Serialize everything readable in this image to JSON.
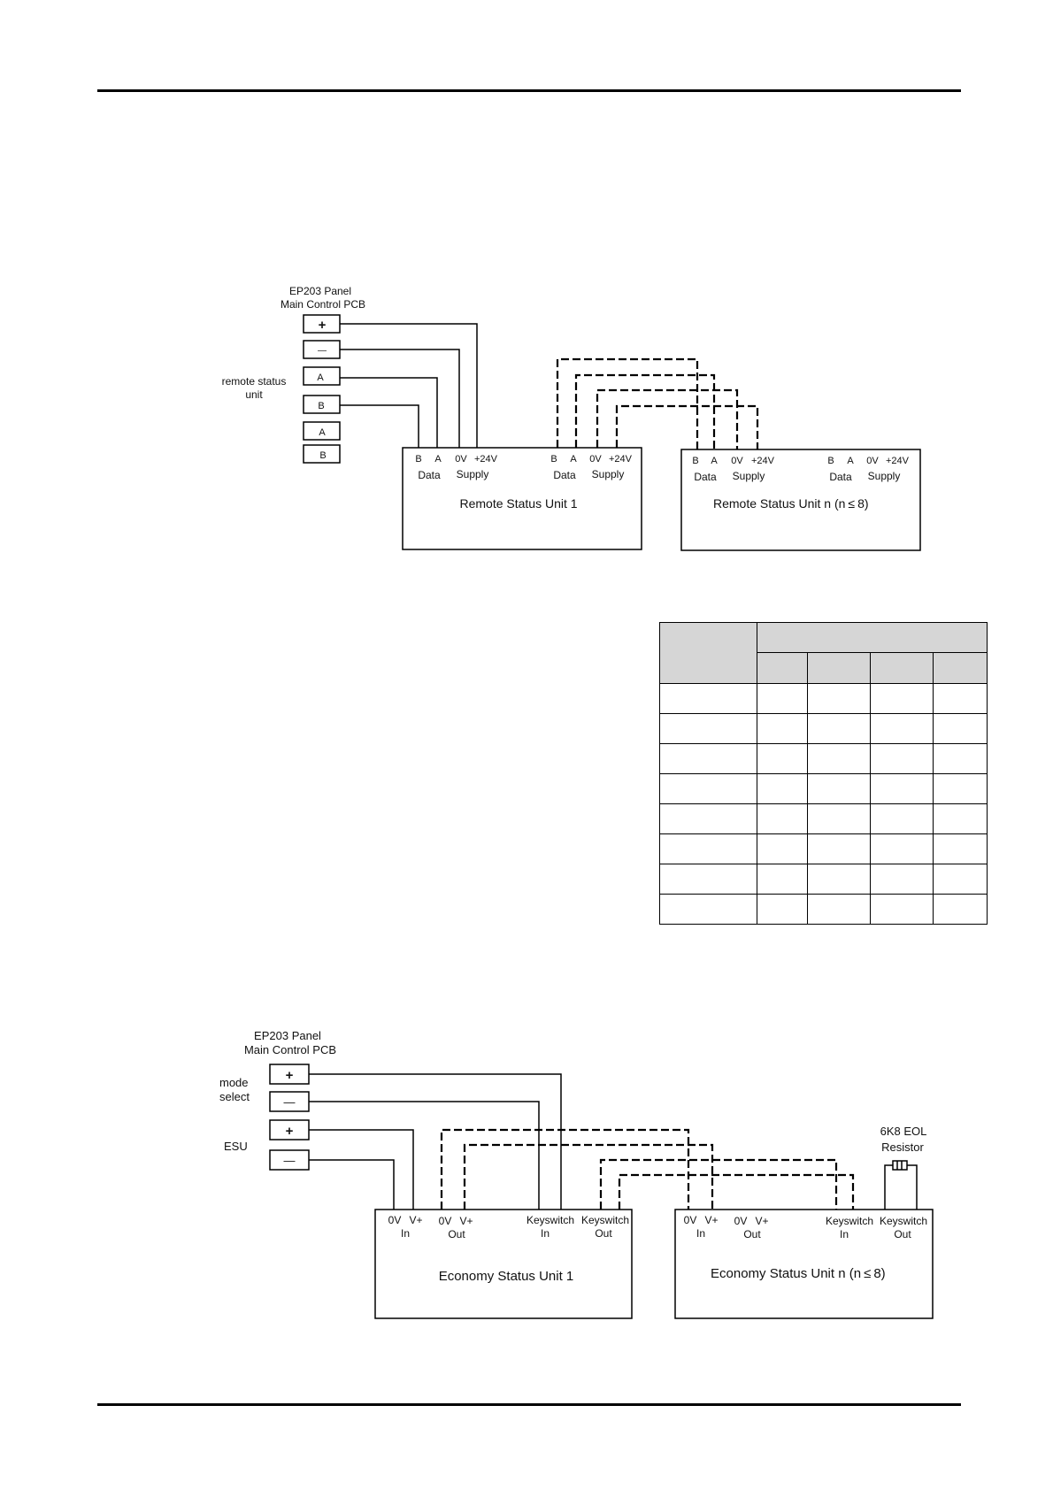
{
  "diagram1": {
    "panel_title_1": "EP203 Panel",
    "panel_title_2": "Main Control PCB",
    "side_label_1": "remote status",
    "side_label_2": "unit",
    "terminals": [
      "+",
      "—",
      "A",
      "B",
      "A",
      "B"
    ],
    "unit1": {
      "name": "Remote Status Unit 1",
      "pins": [
        "B",
        "A",
        "0V",
        "+24V",
        "B",
        "A",
        "0V",
        "+24V"
      ],
      "groups": [
        "Data",
        "Supply",
        "Data",
        "Supply"
      ]
    },
    "unitn": {
      "name": "Remote Status Unit n (n",
      "name_suffix": "8)",
      "pins": [
        "B",
        "A",
        "0V",
        "+24V",
        "B",
        "A",
        "0V",
        "+24V"
      ],
      "groups": [
        "Data",
        "Supply",
        "Data",
        "Supply"
      ]
    }
  },
  "diagram2": {
    "panel_title_1": "EP203 Panel",
    "panel_title_2": "Main Control PCB",
    "side_label_mode_1": "mode",
    "side_label_mode_2": "select",
    "side_label_esu": "ESU",
    "terminals": [
      "+",
      "—",
      "+",
      "—"
    ],
    "resistor_label_1": "6K8 EOL",
    "resistor_label_2": "Resistor",
    "unit1": {
      "name": "Economy Status Unit 1",
      "pins": [
        "0V",
        "V+",
        "0V",
        "V+",
        "Keyswitch",
        "Keyswitch"
      ],
      "sub": [
        "In",
        "Out",
        "In",
        "Out"
      ]
    },
    "unitn": {
      "name": "Economy Status Unit n (n",
      "name_suffix": "8)",
      "pins": [
        "0V",
        "V+",
        "0V",
        "V+",
        "Keyswitch",
        "Keyswitch"
      ],
      "sub": [
        "In",
        "Out",
        "In",
        "Out"
      ]
    }
  },
  "table": {
    "rows": 8,
    "cols": 5
  }
}
